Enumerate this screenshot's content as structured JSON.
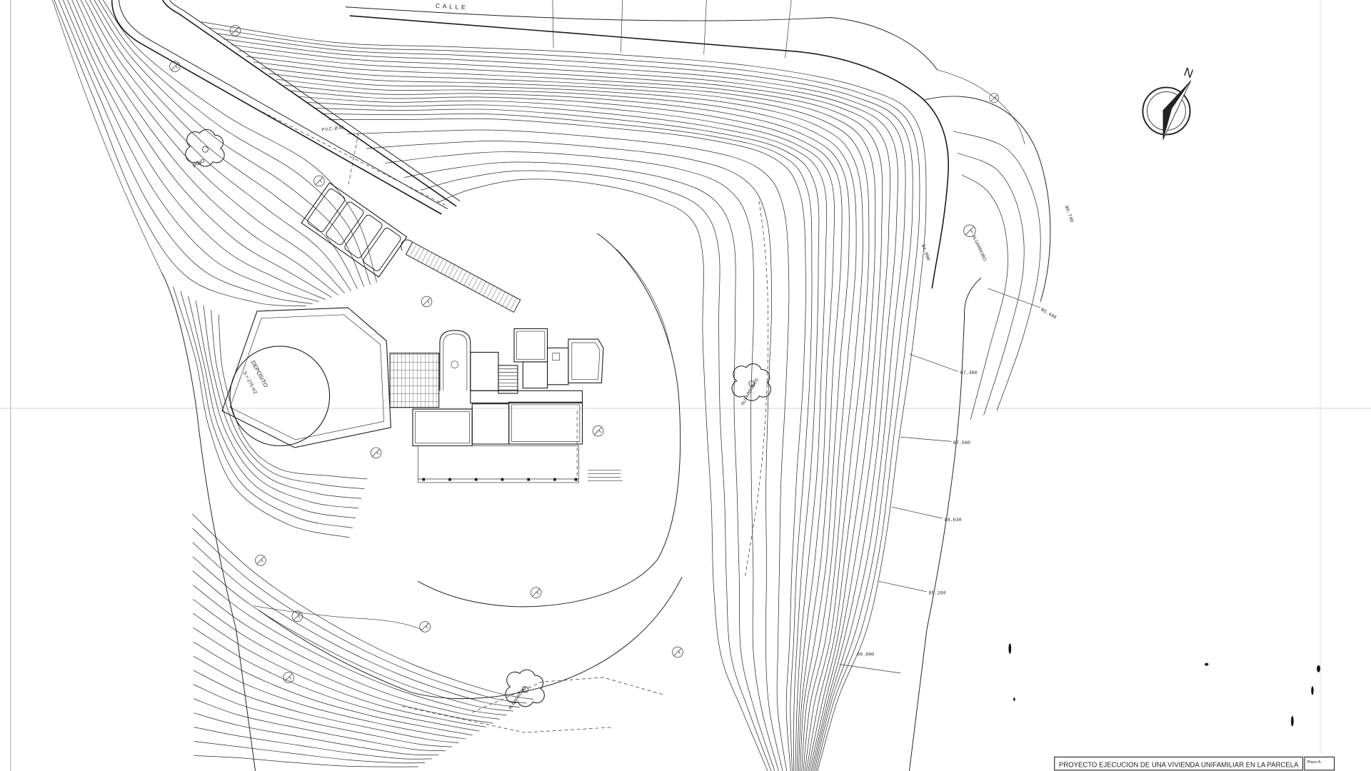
{
  "map": {
    "street": {
      "label": "CALLE"
    },
    "north_arrow": {
      "label": "N",
      "icon": "north-arrow-icon"
    },
    "tank": {
      "label": "DEPOSITO",
      "area": "S = 275 m2"
    },
    "trees": [
      {
        "label": "PINO",
        "icon": "tree-icon"
      },
      {
        "label": "ALGARROBO",
        "icon": "tree-icon"
      },
      {
        "label": "ALGARROBOS",
        "icon": "tree-icon"
      },
      {
        "label": "ALGARROBO",
        "icon": "tree-icon"
      }
    ],
    "pipe_label": "P.V.C. Ø 63",
    "elevations": [
      "86.740",
      "85.440",
      "84.990",
      "87.300",
      "87.560",
      "88.630",
      "89.260",
      "89.890"
    ]
  },
  "title_block": {
    "title": "PROYECTO EJECUCION DE UNA VIVIENDA UNIFAMILIAR EN LA PARCELA",
    "sheet": "Plano A."
  },
  "colors": {
    "ink": "#1e1e1e",
    "paper": "#ffffff",
    "fold_line": "#dcdcdc"
  }
}
